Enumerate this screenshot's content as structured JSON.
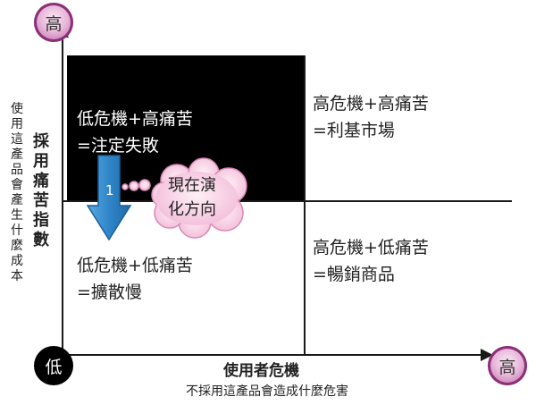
{
  "y_axis": {
    "title": "採用痛苦指數",
    "subtitle": "使用這產品會產生什麼成本",
    "high_label": "高"
  },
  "x_axis": {
    "title": "使用者危機",
    "subtitle": "不採用這產品會造成什麼危害",
    "high_label": "高"
  },
  "origin_label": "低",
  "quadrants": {
    "top_left": {
      "line1": "低危機+高痛苦",
      "line2": "=注定失敗",
      "fill": "#000000"
    },
    "top_right": {
      "line1": "高危機+高痛苦",
      "line2": "=利基市場"
    },
    "bottom_left": {
      "line1": "低危機+低痛苦",
      "line2": "=擴散慢"
    },
    "bottom_right": {
      "line1": "高危機+低痛苦",
      "line2": "=暢銷商品"
    }
  },
  "transition": {
    "step_number": "1",
    "cloud_line1": "現在演",
    "cloud_line2": "化方向",
    "arrow_color": "#2f86c8",
    "cloud_color": "#f9d9ea"
  },
  "colors": {
    "axis": "#1a1a1a",
    "circle_accent": "#b65a9c"
  }
}
